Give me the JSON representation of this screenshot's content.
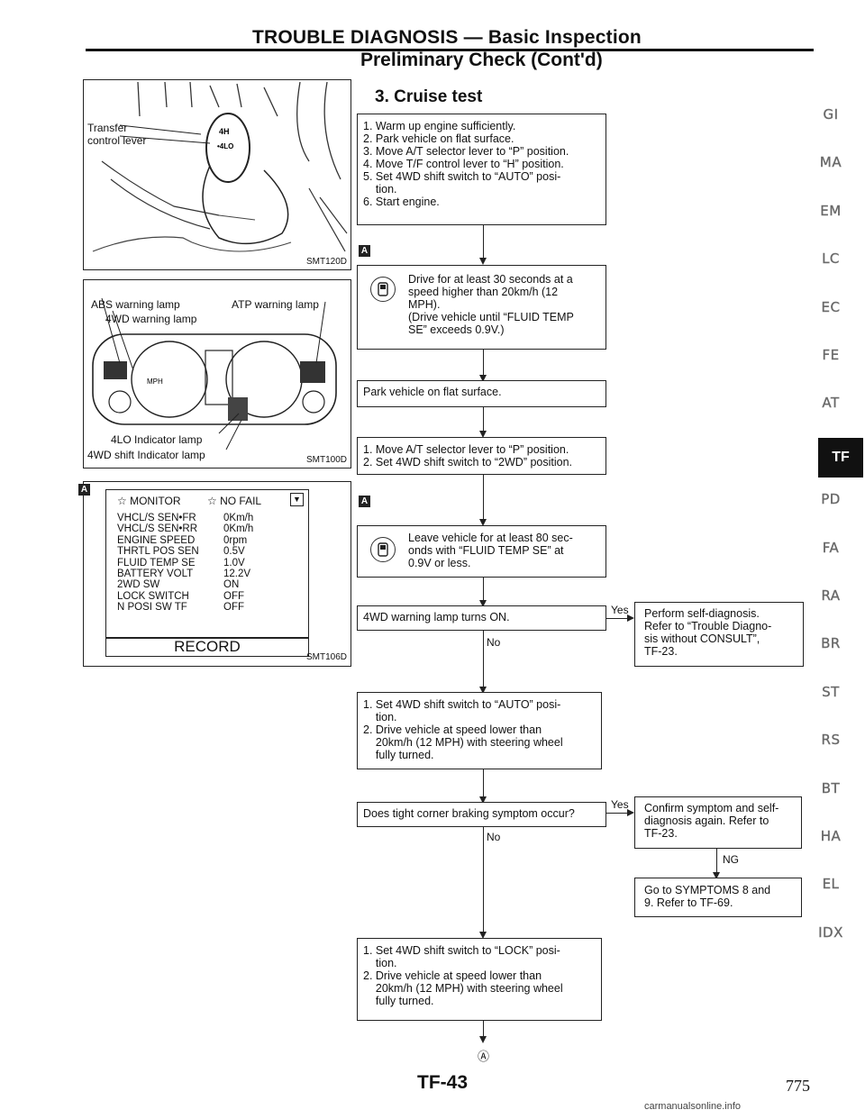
{
  "header": {
    "title": "TROUBLE DIAGNOSIS — Basic Inspection",
    "subtitle": "Preliminary Check (Cont'd)"
  },
  "section_title": "3. Cruise test",
  "figures": {
    "fig1": {
      "label_transfer": "Transfer",
      "label_control": "control lever",
      "code": "SMT120D"
    },
    "fig2": {
      "label_abs": "ABS warning lamp",
      "label_atp": "ATP warning lamp",
      "label_4wd": "4WD warning lamp",
      "label_4lo": "4LO Indicator lamp",
      "label_shift": "4WD shift Indicator lamp",
      "code": "SMT100D"
    },
    "fig3": {
      "marker": "A",
      "monitor_header_left": "☆ MONITOR",
      "monitor_header_right": "☆ NO FAIL",
      "rows": [
        {
          "name": "VHCL/S SEN•FR",
          "value": "0Km/h"
        },
        {
          "name": "VHCL/S SEN•RR",
          "value": "0Km/h"
        },
        {
          "name": "ENGINE SPEED",
          "value": "0rpm"
        },
        {
          "name": "THRTL POS SEN",
          "value": "0.5V"
        },
        {
          "name": "FLUID TEMP SE",
          "value": "1.0V"
        },
        {
          "name": "BATTERY VOLT",
          "value": "12.2V"
        },
        {
          "name": "2WD SW",
          "value": "ON"
        },
        {
          "name": "LOCK SWITCH",
          "value": "OFF"
        },
        {
          "name": "N POSI SW TF",
          "value": "OFF"
        }
      ],
      "record_label": "RECORD",
      "code": "SMT106D"
    }
  },
  "flow": {
    "step1": [
      "1. Warm up engine sufficiently.",
      "2. Park vehicle on flat surface.",
      "3. Move A/T selector lever to “P” position.",
      "4. Move T/F control lever to “H” position.",
      "5. Set 4WD shift switch to “AUTO” posi-",
      "    tion.",
      "6. Start engine."
    ],
    "marker_a1": "A",
    "step2": [
      "Drive for at least 30 seconds at a",
      "speed higher than 20km/h (12",
      "MPH).",
      "(Drive vehicle until “FLUID TEMP",
      "SE” exceeds 0.9V.)"
    ],
    "step3": "Park vehicle on flat surface.",
    "step4": [
      "1. Move A/T selector lever to “P” position.",
      "2. Set 4WD shift switch to “2WD” position."
    ],
    "marker_a2": "A",
    "step5": [
      "Leave vehicle for at least 80 sec-",
      "onds with “FLUID TEMP SE” at",
      "0.9V or less."
    ],
    "q1": "4WD warning lamp turns ON.",
    "yes": "Yes",
    "no": "No",
    "yes_box1": [
      "Perform self-diagnosis.",
      "Refer to “Trouble Diagno-",
      "sis without CONSULT”,",
      "TF-23."
    ],
    "step6": [
      "1. Set 4WD shift switch to “AUTO” posi-",
      "    tion.",
      "2. Drive vehicle at speed lower than",
      "    20km/h (12 MPH) with steering wheel",
      "    fully turned."
    ],
    "q2": "Does tight corner braking symptom occur?",
    "yes_box2": [
      "Confirm symptom and self-",
      "diagnosis again. Refer to",
      "TF-23."
    ],
    "ng": "NG",
    "ng_box": [
      "Go to SYMPTOMS 8 and",
      "9. Refer to TF-69."
    ],
    "step7": [
      "1. Set 4WD shift switch to “LOCK” posi-",
      "    tion.",
      "2. Drive vehicle at speed lower than",
      "    20km/h (12 MPH) with steering wheel",
      "    fully turned."
    ],
    "connector": "Ⓐ"
  },
  "side_index": [
    "GI",
    "MA",
    "EM",
    "LC",
    "EC",
    "FE",
    "AT",
    "TF",
    "PD",
    "FA",
    "RA",
    "BR",
    "ST",
    "RS",
    "BT",
    "HA",
    "EL",
    "IDX"
  ],
  "footer": {
    "page_code": "TF-43",
    "page_number": "775",
    "watermark": "carmanualsonline.info"
  }
}
